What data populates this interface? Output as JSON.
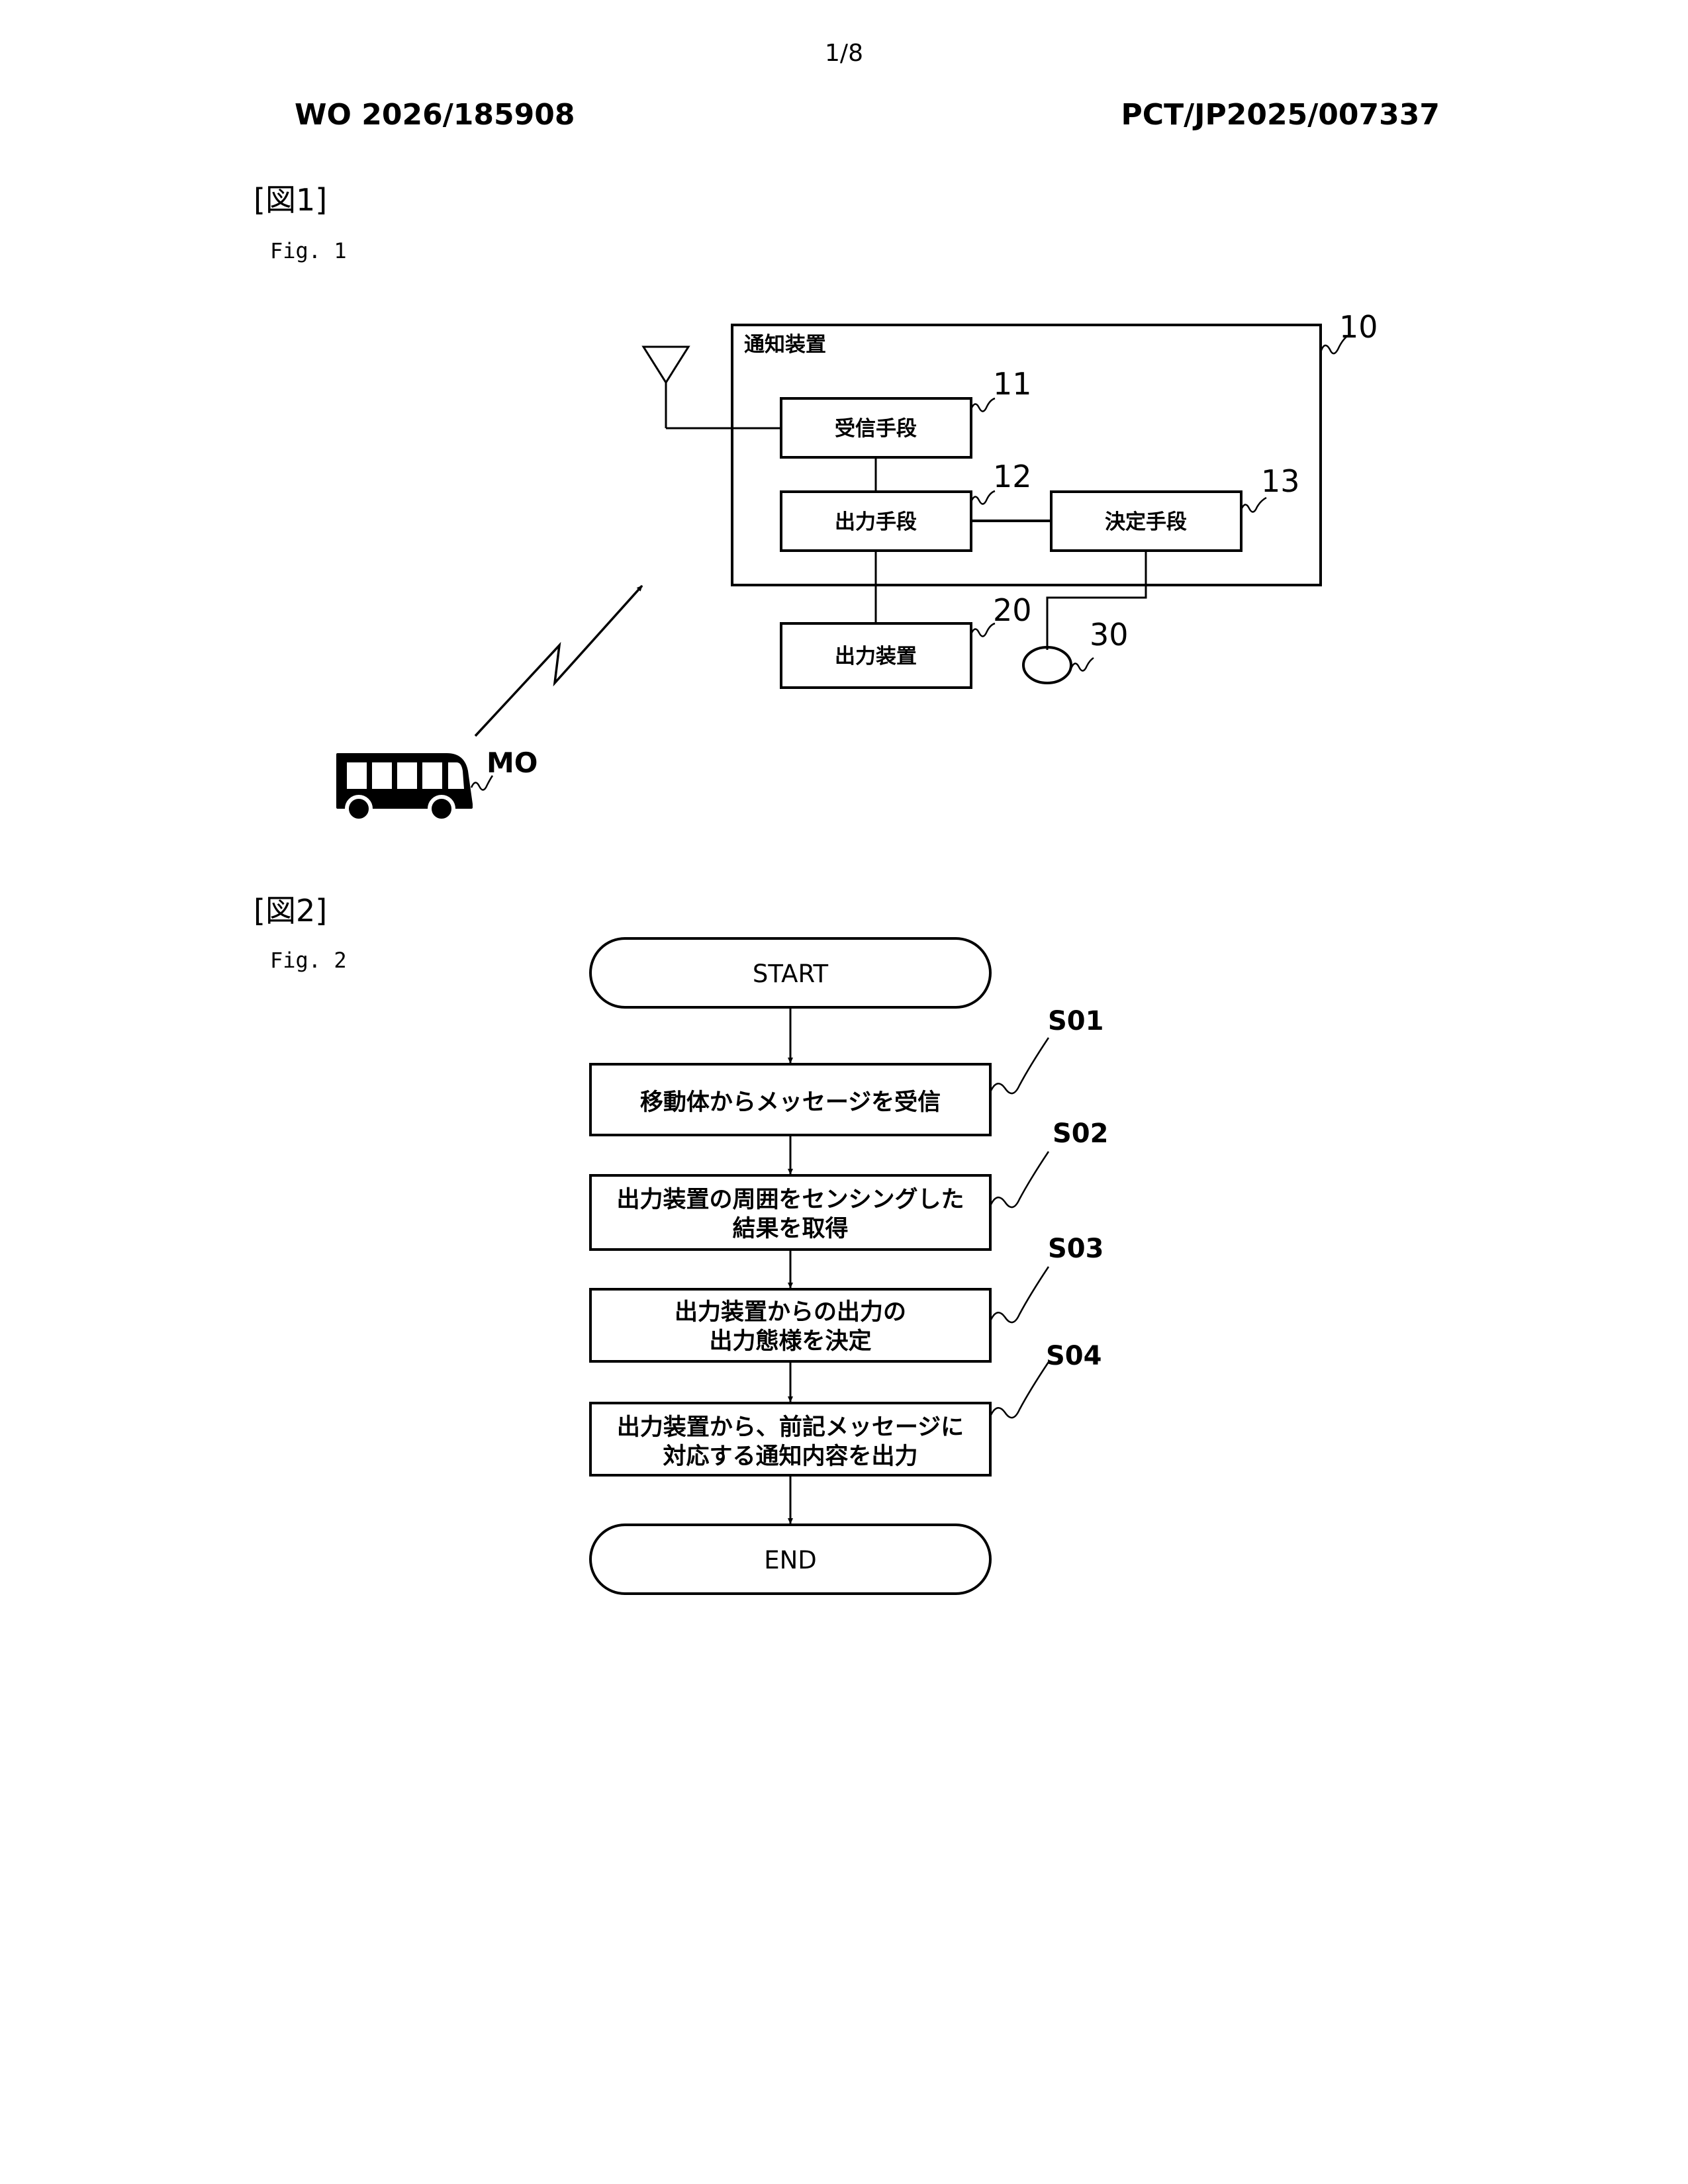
{
  "header": {
    "page_number": "1/8",
    "publication_number": "WO 2026/185908",
    "application_number": "PCT/JP2025/007337"
  },
  "fig1": {
    "bracket_label": "[図1]",
    "fig_label": "Fig. 1",
    "notification_device": {
      "label": "通知装置",
      "ref": "10"
    },
    "receiving_means": {
      "label": "受信手段",
      "ref": "11"
    },
    "output_means": {
      "label": "出力手段",
      "ref": "12"
    },
    "determining_means": {
      "label": "決定手段",
      "ref": "13"
    },
    "output_device": {
      "label": "出力装置",
      "ref": "20"
    },
    "sensor": {
      "ref": "30"
    },
    "mobile_object": {
      "ref": "MO",
      "icon": "bus-icon"
    }
  },
  "fig2": {
    "bracket_label": "[図2]",
    "fig_label": "Fig. 2",
    "start_label": "START",
    "end_label": "END",
    "steps": [
      {
        "id": "S01",
        "lines": [
          "移動体からメッセージを受信"
        ]
      },
      {
        "id": "S02",
        "lines": [
          "出力装置の周囲をセンシングした",
          "結果を取得"
        ]
      },
      {
        "id": "S03",
        "lines": [
          "出力装置からの出力の",
          "出力態様を決定"
        ]
      },
      {
        "id": "S04",
        "lines": [
          "出力装置から、前記メッセージに",
          "対応する通知内容を出力"
        ]
      }
    ]
  }
}
